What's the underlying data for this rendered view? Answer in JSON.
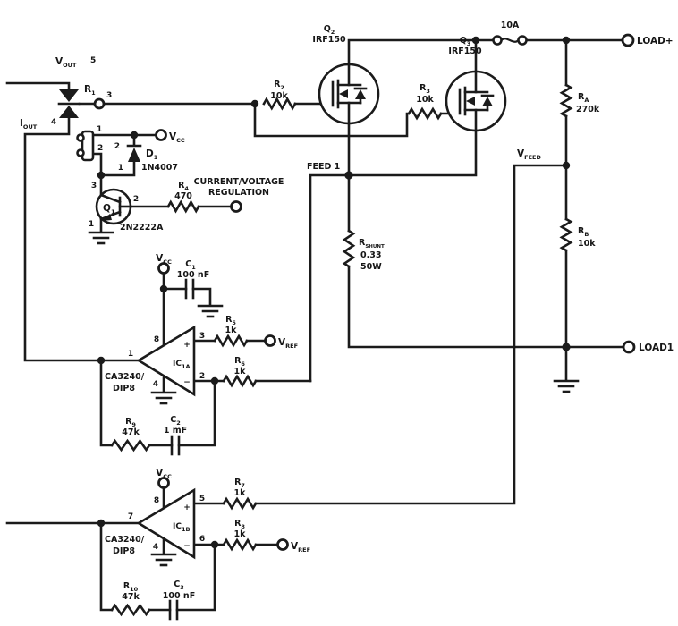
{
  "colors": {
    "ink": "#1b1b1b",
    "background": "#ffffff"
  },
  "terminals": {
    "vout": {
      "main": "V",
      "sub": "OUT",
      "pin": "5"
    },
    "iout": {
      "main": "I",
      "sub": "OUT",
      "pin": "4"
    },
    "tap_pin": "3",
    "vcc": {
      "main": "V",
      "sub": "CC"
    },
    "vref": {
      "main": "V",
      "sub": "REF"
    },
    "vfeed": {
      "main": "V",
      "sub": "FEED"
    },
    "load_plus": "LOAD+",
    "load_return": "LOAD1",
    "regulation": {
      "line1": "CURRENT/VOLTAGE",
      "line2": "REGULATION"
    }
  },
  "nets": {
    "feed1": "FEED 1"
  },
  "fuse": {
    "rating": "10A"
  },
  "relay": {
    "pin1": "1",
    "pin2": "2"
  },
  "semis": {
    "q1": {
      "ref": "Q",
      "sub": "1",
      "part": "2N2222A",
      "pin_collector": "3",
      "pin_base": "2",
      "pin_emitter": "1"
    },
    "q2": {
      "ref": "Q",
      "sub": "2",
      "part": "IRF150"
    },
    "q3": {
      "ref": "Q",
      "sub": "3",
      "part": "IRF150"
    },
    "d1": {
      "ref": "D",
      "sub": "1",
      "part": "1N4007",
      "pin_cathode": "2",
      "pin_anode": "1"
    }
  },
  "opamps": {
    "a": {
      "ref": "IC",
      "sub": "1A",
      "part1": "CA3240/",
      "part2": "DIP8",
      "pin_vp": "8",
      "pin_vm": "4",
      "pin_out": "1",
      "pin_plus": "3",
      "pin_minus": "2",
      "plus": "+",
      "minus": "−"
    },
    "b": {
      "ref": "IC",
      "sub": "1B",
      "part1": "CA3240/",
      "part2": "DIP8",
      "pin_vp": "8",
      "pin_vm": "4",
      "pin_out": "7",
      "pin_plus": "5",
      "pin_minus": "6",
      "plus": "+",
      "minus": "−"
    }
  },
  "resistors": {
    "r1": {
      "ref": "R",
      "sub": "1"
    },
    "r2": {
      "ref": "R",
      "sub": "2",
      "value": "10k"
    },
    "r3": {
      "ref": "R",
      "sub": "3",
      "value": "10k"
    },
    "r4": {
      "ref": "R",
      "sub": "4",
      "value": "470"
    },
    "r5": {
      "ref": "R",
      "sub": "5",
      "value": "1k"
    },
    "r6": {
      "ref": "R",
      "sub": "6",
      "value": "1k"
    },
    "r7": {
      "ref": "R",
      "sub": "7",
      "value": "1k"
    },
    "r8": {
      "ref": "R",
      "sub": "8",
      "value": "1k"
    },
    "r9": {
      "ref": "R",
      "sub": "9",
      "value": "47k"
    },
    "r10": {
      "ref": "R",
      "sub": "10",
      "value": "47k"
    },
    "ra": {
      "ref": "R",
      "sub": "A",
      "value": "270k"
    },
    "rb": {
      "ref": "R",
      "sub": "B",
      "value": "10k"
    },
    "rshunt": {
      "ref": "R",
      "sub": "SHUNT",
      "value": "0.33",
      "power": "50W"
    }
  },
  "capacitors": {
    "c1": {
      "ref": "C",
      "sub": "1",
      "value": "100 nF"
    },
    "c2": {
      "ref": "C",
      "sub": "2",
      "value": "1 mF"
    },
    "c3": {
      "ref": "C",
      "sub": "3",
      "value": "100 nF"
    }
  }
}
